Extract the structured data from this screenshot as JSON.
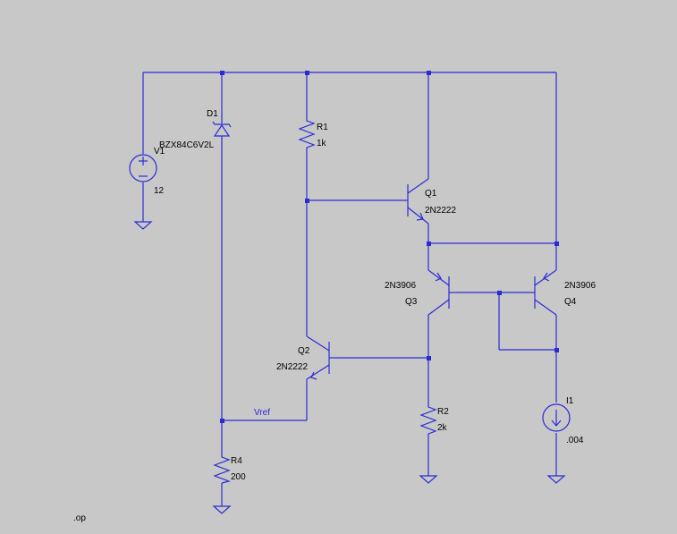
{
  "components": {
    "V1": {
      "name": "V1",
      "value": "12"
    },
    "D1": {
      "name": "D1",
      "value": "BZX84C6V2L"
    },
    "R1": {
      "name": "R1",
      "value": "1k"
    },
    "R2": {
      "name": "R2",
      "value": "2k"
    },
    "R4": {
      "name": "R4",
      "value": "200"
    },
    "Q1": {
      "name": "Q1",
      "value": "2N2222"
    },
    "Q2": {
      "name": "Q2",
      "value": "2N2222"
    },
    "Q3": {
      "name": "Q3",
      "value": "2N3906"
    },
    "Q4": {
      "name": "Q4",
      "value": "2N3906"
    },
    "I1": {
      "name": "I1",
      "value": ".004"
    }
  },
  "net_labels": {
    "vref": "Vref"
  },
  "directive": ".op",
  "colors": {
    "background": "#c8c8c8",
    "wire": "#2b2bd6",
    "text": "#000000"
  }
}
